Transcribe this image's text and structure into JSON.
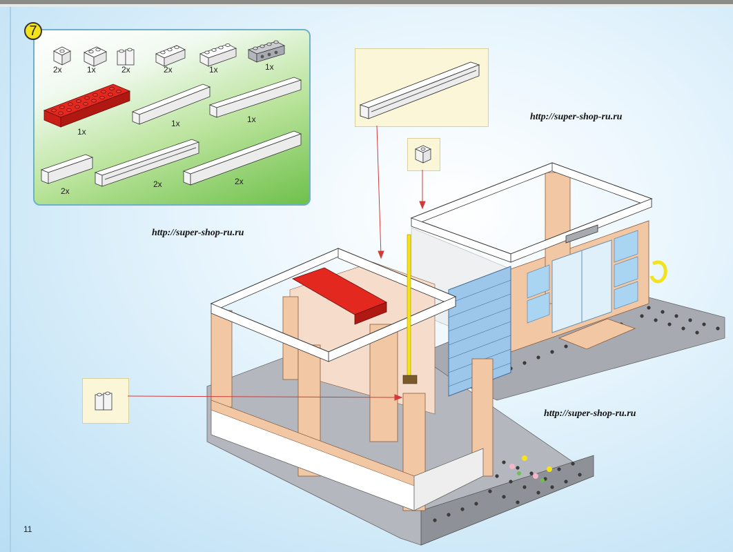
{
  "step": {
    "number": "7"
  },
  "parts": [
    {
      "qty": "2x",
      "color": "white",
      "size": "1x1"
    },
    {
      "qty": "1x",
      "color": "white",
      "size": "1x2"
    },
    {
      "qty": "2x",
      "color": "white",
      "size": "1x1 pair"
    },
    {
      "qty": "2x",
      "color": "white",
      "size": "1x3"
    },
    {
      "qty": "1x",
      "color": "white",
      "size": "1x4"
    },
    {
      "qty": "1x",
      "color": "gray",
      "size": "1x4 technic"
    },
    {
      "qty": "1x",
      "color": "red",
      "size": "2x8"
    },
    {
      "qty": "1x",
      "color": "white",
      "size": "1x10"
    },
    {
      "qty": "1x",
      "color": "white",
      "size": "1x10"
    },
    {
      "qty": "2x",
      "color": "white",
      "size": "1x6"
    },
    {
      "qty": "2x",
      "color": "white",
      "size": "1x12 rail"
    },
    {
      "qty": "2x",
      "color": "white",
      "size": "1x14"
    }
  ],
  "watermarks": {
    "top_right": "http://super-shop-ru.ru",
    "middle_left": "http://super-shop-ru.ru",
    "bottom_right": "http://super-shop-ru.ru"
  },
  "page": {
    "number": "11"
  },
  "colors": {
    "accent_red": "#d41e1e",
    "wall_tan": "#f2c7a4",
    "plate_gray": "#a7aab0",
    "panel_border": "#6cb1c8",
    "badge_yellow": "#f3e21c",
    "callout_bg": "#fbf6d8",
    "arrow_red": "#d23a3a"
  }
}
